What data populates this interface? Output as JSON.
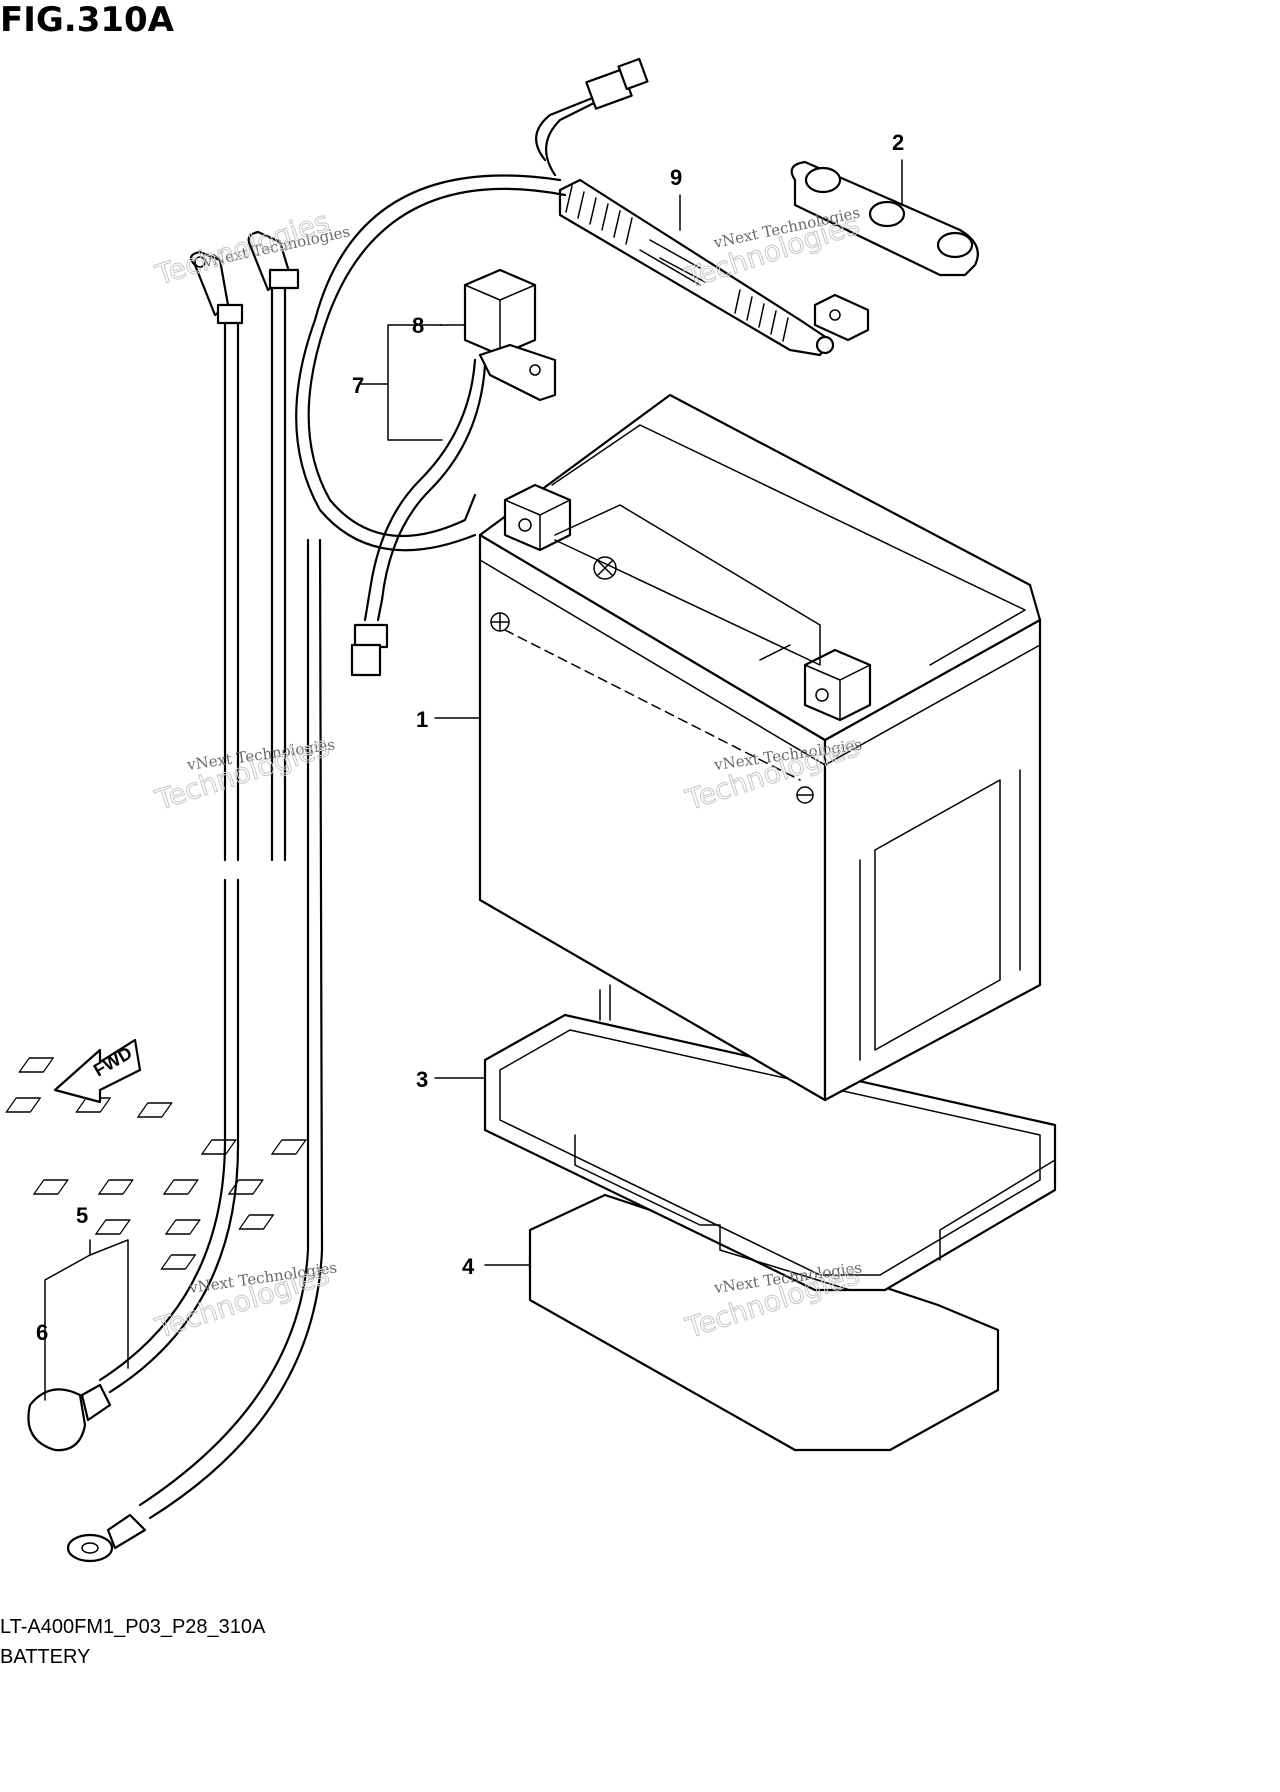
{
  "figure": {
    "title": "FIG.310A",
    "code": "LT-A400FM1_P03_P28_310A",
    "name": "BATTERY"
  },
  "callouts": [
    "1",
    "2",
    "3",
    "4",
    "5",
    "6",
    "7",
    "8",
    "9"
  ],
  "fwd_label": "FWD",
  "watermark": {
    "line1": "vNext Technologies",
    "line2": "Technologies"
  }
}
